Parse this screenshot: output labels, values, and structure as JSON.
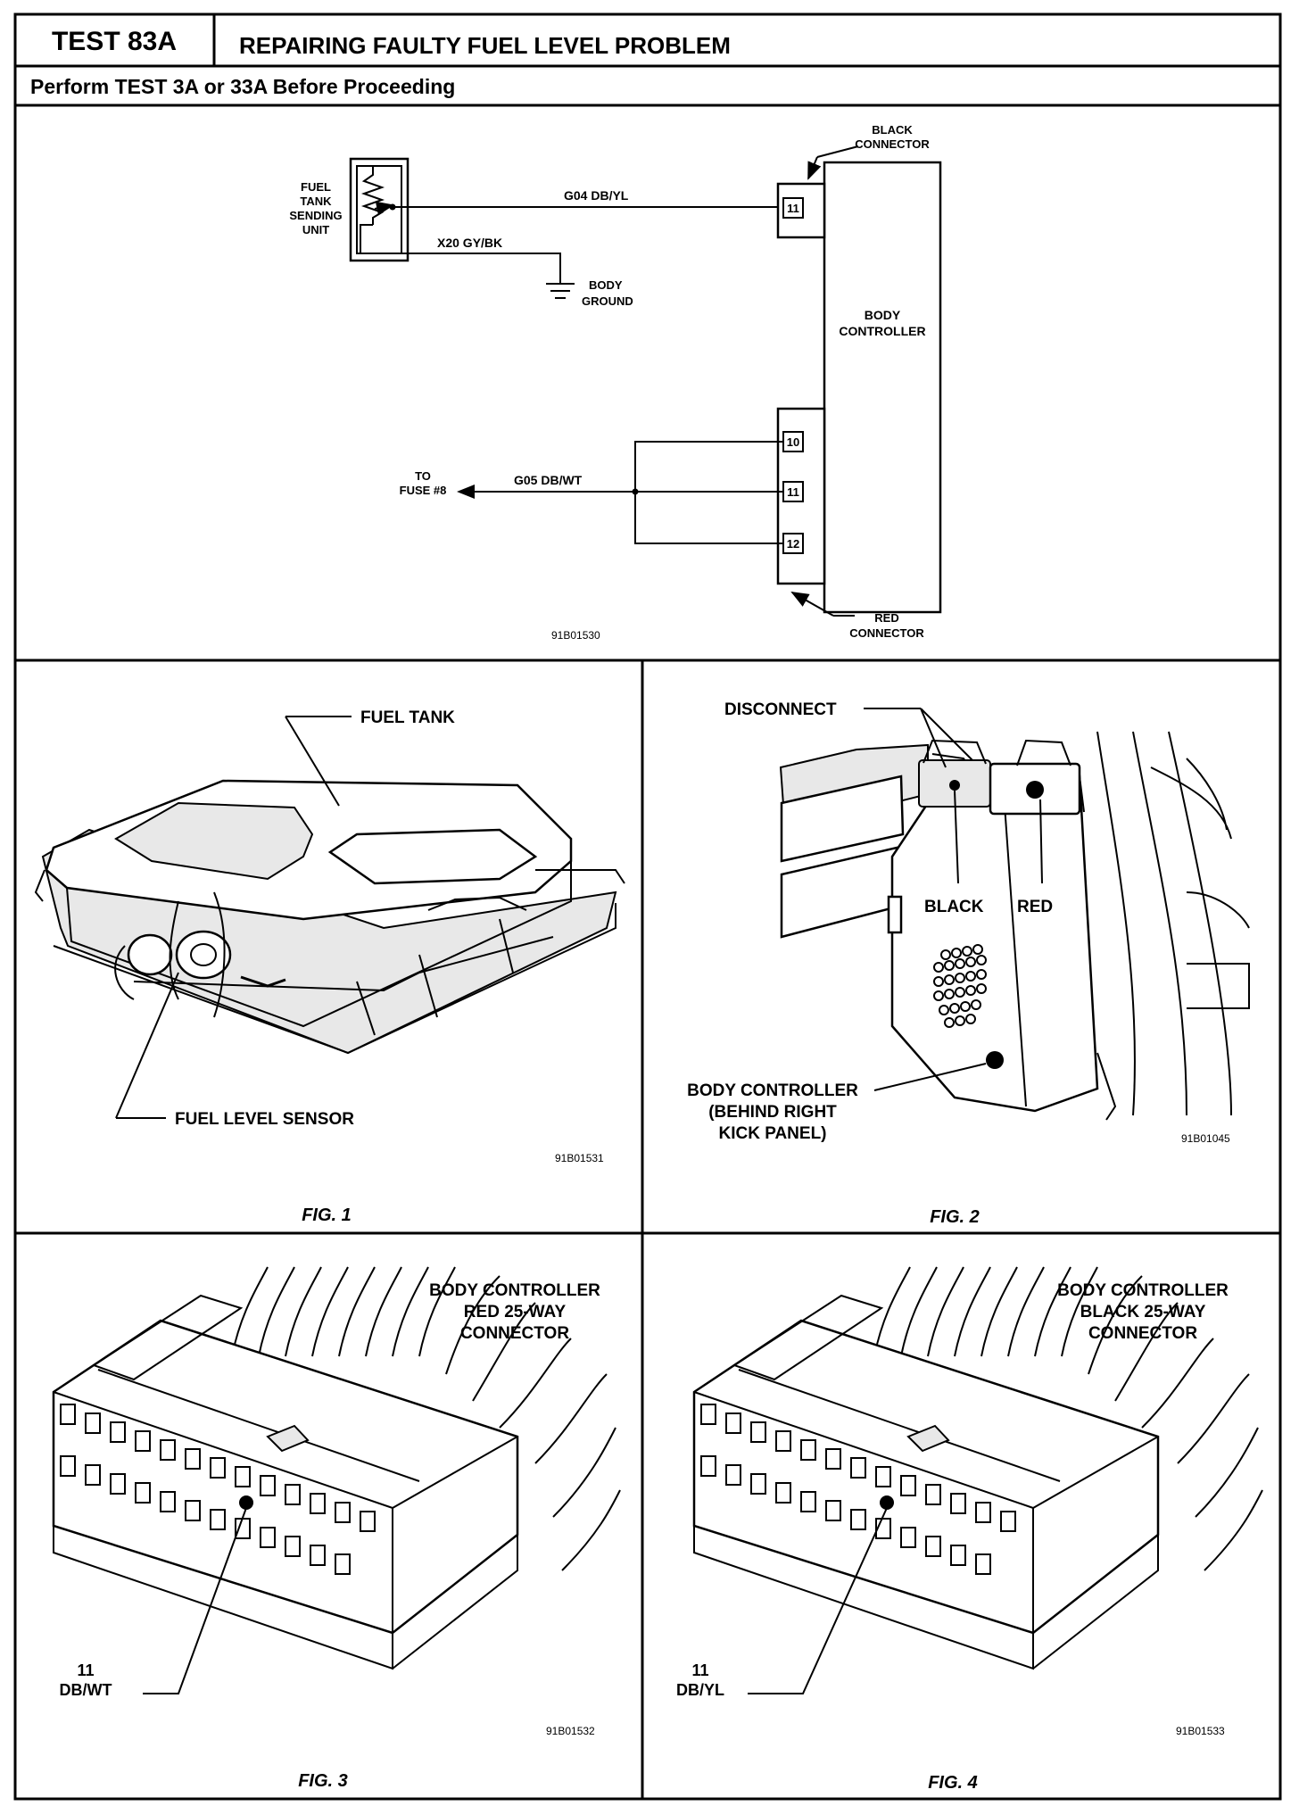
{
  "header": {
    "test_id": "TEST 83A",
    "title": "REPAIRING FAULTY FUEL LEVEL PROBLEM",
    "subtitle": "Perform TEST 3A or 33A Before Proceeding"
  },
  "schematic": {
    "sending_unit_label": [
      "FUEL",
      "TANK",
      "SENDING",
      "UNIT"
    ],
    "wire_g04": "G04 DB/YL",
    "wire_x20": "X20 GY/BK",
    "body_ground": [
      "BODY",
      "GROUND"
    ],
    "black_connector": [
      "BLACK",
      "CONNECTOR"
    ],
    "body_controller": [
      "BODY",
      "CONTROLLER"
    ],
    "pin_top": "11",
    "pins_red": [
      "10",
      "11",
      "12"
    ],
    "to_fuse": [
      "TO",
      "FUSE #8"
    ],
    "wire_g05": "G05 DB/WT",
    "red_connector": [
      "RED",
      "CONNECTOR"
    ],
    "figure_code": "91B01530"
  },
  "fig1": {
    "caption": "FIG. 1",
    "fuel_tank": "FUEL TANK",
    "fuel_level_sensor": "FUEL LEVEL SENSOR",
    "figure_code": "91B01531"
  },
  "fig2": {
    "caption": "FIG. 2",
    "disconnect": "DISCONNECT",
    "black": "BLACK",
    "red": "RED",
    "body_controller": [
      "BODY CONTROLLER",
      "(BEHIND RIGHT",
      "KICK PANEL)"
    ],
    "figure_code": "91B01045"
  },
  "fig3": {
    "caption": "FIG. 3",
    "title": [
      "BODY CONTROLLER",
      "RED 25-WAY",
      "CONNECTOR"
    ],
    "pin": [
      "11",
      "DB/WT"
    ],
    "figure_code": "91B01532"
  },
  "fig4": {
    "caption": "FIG. 4",
    "title": [
      "BODY CONTROLLER",
      "BLACK 25-WAY",
      "CONNECTOR"
    ],
    "pin": [
      "11",
      "DB/YL"
    ],
    "figure_code": "91B01533"
  }
}
